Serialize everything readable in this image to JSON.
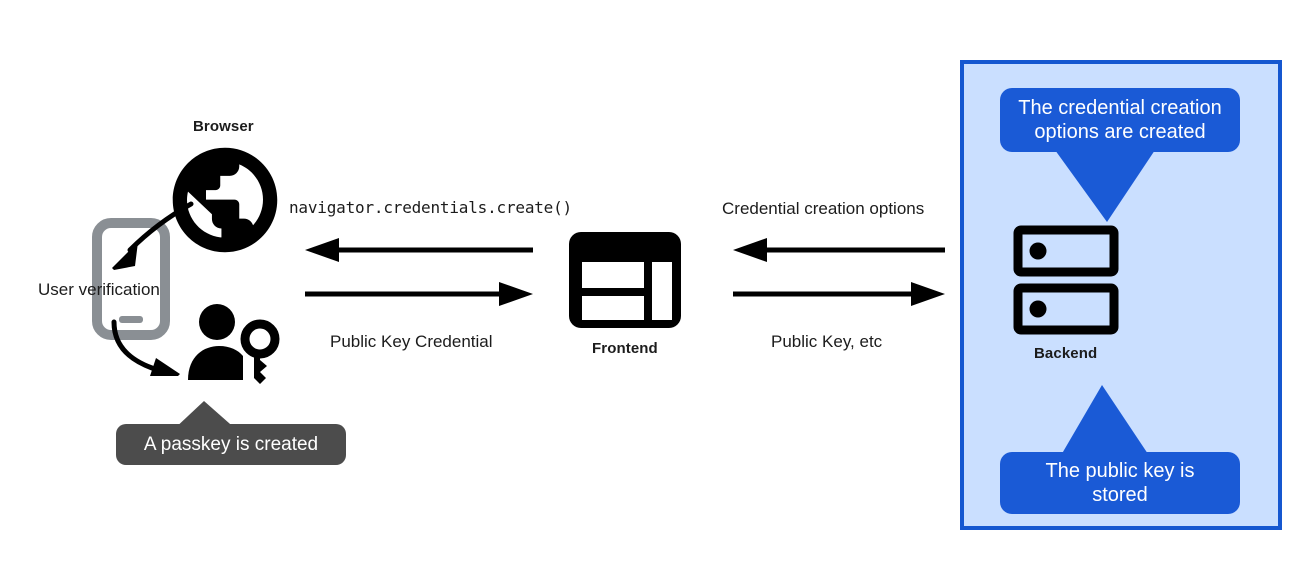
{
  "diagram": {
    "title_alt": "Passkey registration flow",
    "colors": {
      "panel_fill": "#cadfff",
      "panel_border": "#1557d0",
      "callout_blue": "#1a5ad6",
      "callout_gray": "#4c4c4c",
      "icon_black": "#000000",
      "icon_gray": "#8a8f94",
      "text": "#1c1c1c"
    }
  },
  "client": {
    "browser_label": "Browser",
    "user_verification_label": "User verification",
    "passkey_callout": "A passkey is created",
    "icons": {
      "globe": "globe-icon",
      "phone": "phone-icon",
      "person_key": "person-key-icon"
    }
  },
  "frontend": {
    "label": "Frontend",
    "icon": "dashboard-icon"
  },
  "backend": {
    "label": "Backend",
    "icon": "server-icon",
    "callout_top": "The credential creation\noptions are created",
    "callout_top_line1": "The credential creation",
    "callout_top_line2": "options are created",
    "callout_bottom_line1": "The public key is",
    "callout_bottom_line2": "stored"
  },
  "flows": {
    "left": {
      "top_label": "navigator.credentials.create()",
      "top_direction": "left",
      "bottom_label": "Public Key Credential",
      "bottom_direction": "right"
    },
    "right": {
      "top_label": "Credential creation options",
      "top_direction": "left",
      "bottom_label": "Public Key, etc",
      "bottom_direction": "right"
    }
  }
}
